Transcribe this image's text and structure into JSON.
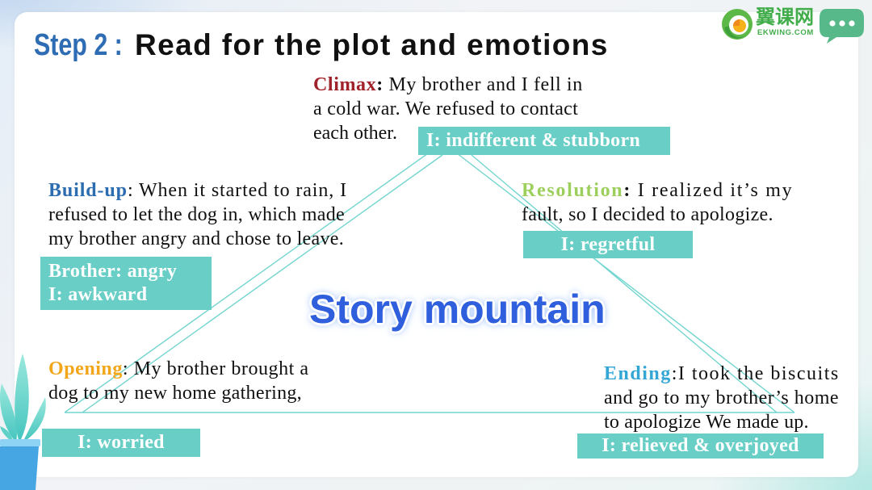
{
  "header": {
    "step_label": "Step 2 :",
    "title": "Read for the plot and emotions"
  },
  "logo": {
    "name": "翼课网",
    "domain": "EKWING.COM",
    "icon": "ekwing-logo-icon",
    "chat_icon": "chat-bubble-icon"
  },
  "decoration": {
    "plant_icon": "potted-plant-icon"
  },
  "diagram": {
    "center_label": "Story mountain",
    "stages": {
      "climax": {
        "heading": "Climax",
        "separator": ":",
        "lines": [
          " My brother and I fell in",
          "a cold war. We refused to contact",
          "each other."
        ],
        "emotions": [
          "I: indifferent & stubborn"
        ]
      },
      "build_up": {
        "heading": "Build-up",
        "separator": ":",
        "lines": [
          " When it started to rain, I",
          "refused to let the dog in, which made",
          "my brother angry and chose to leave."
        ],
        "emotions": [
          "Brother: angry",
          "I: awkward"
        ]
      },
      "resolution": {
        "heading": "Resolution",
        "separator": ":",
        "lines": [
          " I realized it’s my",
          "fault, so I decided to apologize."
        ],
        "emotions": [
          "I: regretful"
        ]
      },
      "opening": {
        "heading": "Opening",
        "separator": ":",
        "lines": [
          " My brother brought a",
          "dog to my new home gathering,"
        ],
        "emotions": [
          "I: worried"
        ]
      },
      "ending": {
        "heading": "Ending",
        "separator": ":",
        "lines": [
          "I took the biscuits",
          "and go to my brother’s home",
          "to apologize We made up."
        ],
        "emotions": [
          "I: relieved & overjoyed"
        ]
      }
    }
  },
  "colors": {
    "step_blue": "#2e6db4",
    "title_text": "#111111",
    "logo_green": "#41ad4a",
    "climax": "#a0222a",
    "build_up": "#2c6cb0",
    "resolution": "#9dcf5d",
    "opening": "#f2a71b",
    "ending": "#33a6d6",
    "emotion_box": "#69cfc6",
    "mountain_line": "#72d5cf",
    "center_label": "#2f5fdc"
  }
}
